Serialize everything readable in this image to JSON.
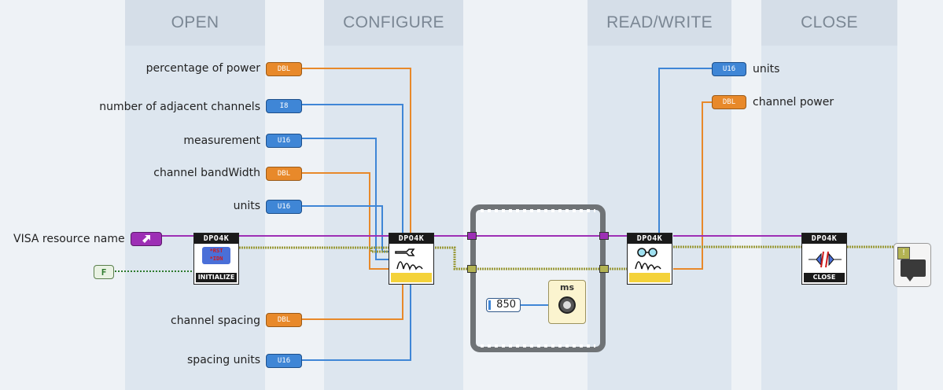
{
  "phases": [
    "OPEN",
    "CONFIGURE",
    "READ/WRITE",
    "CLOSE"
  ],
  "controls": {
    "percentage_of_power": {
      "label": "percentage of power",
      "type": "DBL"
    },
    "adjacent_channels": {
      "label": "number of adjacent channels",
      "type": "I8"
    },
    "measurement": {
      "label": "measurement",
      "type": "U16"
    },
    "channel_bandwidth": {
      "label": "channel bandWidth",
      "type": "DBL"
    },
    "units": {
      "label": "units",
      "type": "U16"
    },
    "visa_resource": {
      "label": "VISA resource name"
    },
    "boolean_const": {
      "label": "F"
    },
    "channel_spacing": {
      "label": "channel spacing",
      "type": "DBL"
    },
    "spacing_units": {
      "label": "spacing units",
      "type": "U16"
    }
  },
  "indicators": {
    "units_out": {
      "label": "units",
      "type": "U16"
    },
    "channel_power": {
      "label": "channel power",
      "type": "DBL"
    }
  },
  "vis": {
    "initialize": {
      "header": "DPO4K",
      "footer": "INITIALIZE",
      "icon_text": "*RST *IDN"
    },
    "configure": {
      "header": "DPO4K"
    },
    "read": {
      "header": "DPO4K"
    },
    "close": {
      "header": "DPO4K",
      "footer": "CLOSE"
    }
  },
  "wait": {
    "value": "850",
    "unit": "ms"
  },
  "colors": {
    "dbl": "#e8892a",
    "int": "#3f86d6",
    "visa": "#9d2fb5",
    "error": "#9a9a3a",
    "bool": "#2d7a2d"
  }
}
